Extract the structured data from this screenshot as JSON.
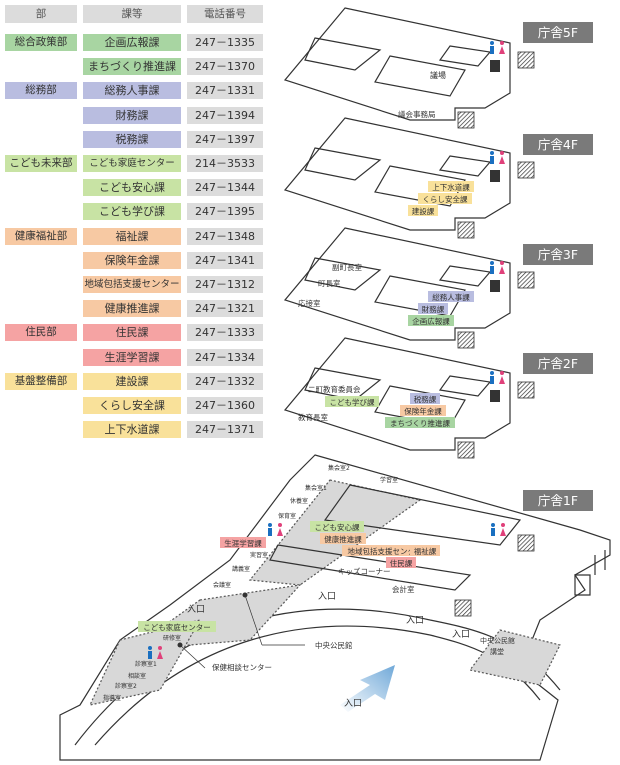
{
  "directory": {
    "headers": {
      "dept": "部",
      "section": "課等",
      "phone": "電話番号"
    },
    "rows": [
      {
        "dept": "総合政策部",
        "section": "企画広報課",
        "phone": "247－1335",
        "color": "#a8d5a2"
      },
      {
        "dept": "",
        "section": "まちづくり推進課",
        "phone": "247－1370",
        "color": "#a8d5a2"
      },
      {
        "dept": "総務部",
        "section": "総務人事課",
        "phone": "247－1331",
        "color": "#b9bde0"
      },
      {
        "dept": "",
        "section": "財務課",
        "phone": "247－1394",
        "color": "#b9bde0"
      },
      {
        "dept": "",
        "section": "税務課",
        "phone": "247－1397",
        "color": "#b9bde0"
      },
      {
        "dept": "こども未来部",
        "section": "こども家庭センター",
        "phone": "214－3533",
        "color": "#c8e3a4"
      },
      {
        "dept": "",
        "section": "こども安心課",
        "phone": "247－1344",
        "color": "#c8e3a4"
      },
      {
        "dept": "",
        "section": "こども学び課",
        "phone": "247－1395",
        "color": "#c8e3a4"
      },
      {
        "dept": "健康福祉部",
        "section": "福祉課",
        "phone": "247－1348",
        "color": "#f7c9a3"
      },
      {
        "dept": "",
        "section": "保険年金課",
        "phone": "247－1341",
        "color": "#f7c9a3"
      },
      {
        "dept": "",
        "section": "地域包括支援センター",
        "phone": "247－1312",
        "color": "#f7c9a3"
      },
      {
        "dept": "",
        "section": "健康推進課",
        "phone": "247－1321",
        "color": "#f7c9a3"
      },
      {
        "dept": "住民部",
        "section": "住民課",
        "phone": "247－1333",
        "color": "#f5a3a3"
      },
      {
        "dept": "",
        "section": "生涯学習課",
        "phone": "247－1334",
        "color": "#f5a3a3"
      },
      {
        "dept": "基盤整備部",
        "section": "建設課",
        "phone": "247－1332",
        "color": "#f9e19a"
      },
      {
        "dept": "",
        "section": "くらし安全課",
        "phone": "247－1360",
        "color": "#f9e19a"
      },
      {
        "dept": "",
        "section": "上下水道課",
        "phone": "247－1371",
        "color": "#f9e19a"
      }
    ]
  },
  "floors": {
    "f5": {
      "badge": "庁舎5F",
      "rooms": [
        "議場",
        "議会事務局"
      ],
      "tags": []
    },
    "f4": {
      "badge": "庁舎4F",
      "rooms": [],
      "tags": [
        "上下水道課",
        "くらし安全課",
        "建設課"
      ]
    },
    "f3": {
      "badge": "庁舎3F",
      "rooms": [
        "副町長室",
        "町長室",
        "応接室"
      ],
      "tags": [
        "総務人事課",
        "財務課",
        "企画広報課"
      ]
    },
    "f2": {
      "badge": "庁舎2F",
      "rooms": [
        "二町教育委員会",
        "教育長室"
      ],
      "tags": [
        "こども学び課",
        "税務課",
        "保険年金課",
        "まちづくり推進課"
      ]
    },
    "f1": {
      "badge": "庁舎1F",
      "rooms": [
        "集会室2",
        "学習室",
        "集会室1",
        "休養室",
        "保育室",
        "実習室",
        "講義室",
        "会議室",
        "研修室",
        "診察室1",
        "相談室",
        "診察室2",
        "指導室",
        "キッズコーナー",
        "会計室",
        "中央公民館",
        "保健相談センター",
        "中央公民館 講堂"
      ],
      "tags": [
        "こども安心課",
        "健康推進課",
        "地域包括支援センター",
        "福祉課",
        "住民課",
        "生涯学習課",
        "こども家庭センター"
      ],
      "entrances": [
        "入口",
        "入口",
        "入口",
        "入口",
        "入口"
      ]
    }
  }
}
